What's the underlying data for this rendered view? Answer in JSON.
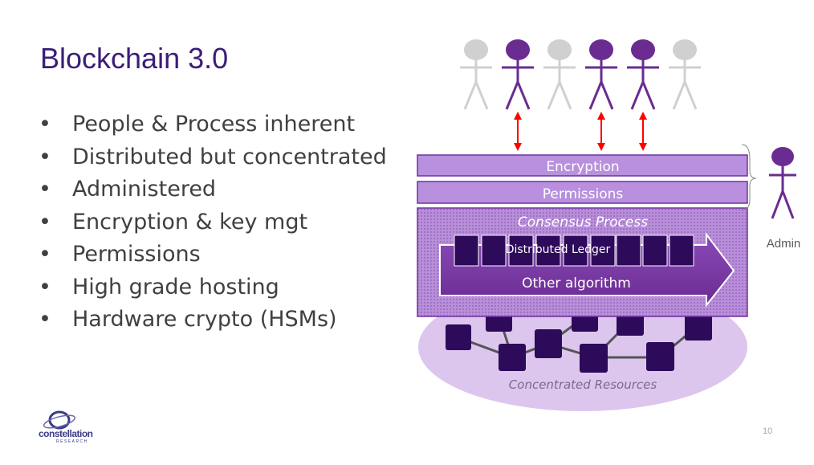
{
  "slide": {
    "title": "Blockchain 3.0",
    "bullets": [
      "People & Process inherent",
      "Distributed but concentrated",
      "Administered",
      "Encryption & key mgt",
      "Permissions",
      "High grade hosting",
      "Hardware crypto (HSMs)"
    ],
    "page_number": "10"
  },
  "logo": {
    "name": "constellation",
    "subtitle": "RESEARCH"
  },
  "diagram": {
    "encryption_label": "Encryption",
    "permissions_label": "Permissions",
    "consensus_label": "Consensus Process",
    "ledger_label": "Distributed Ledger",
    "algorithm_label": "Other algorithm",
    "resources_label": "Concentrated Resources",
    "admin_label": "Admin",
    "people_active": [
      false,
      true,
      false,
      true,
      true,
      false
    ],
    "colors": {
      "purple_dark": "#3b1068",
      "purple_mid": "#7030a0",
      "purple_light": "#c5a3e0",
      "person_active": "#6a2c91",
      "person_inactive": "#d0d0d0",
      "arrow_red": "#ff0000"
    }
  }
}
